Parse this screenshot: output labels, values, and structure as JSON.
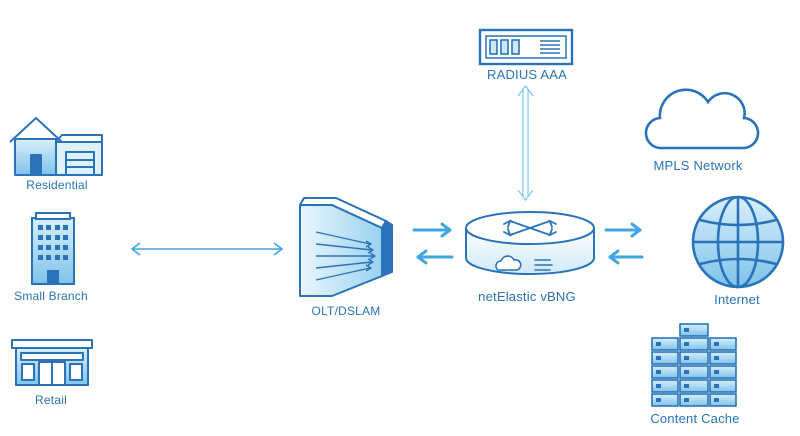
{
  "nodes": {
    "residential": "Residential",
    "small_branch": "Small Branch",
    "retail": "Retail",
    "olt": "OLT/DSLAM",
    "vbng": "netElastic vBNG",
    "radius": "RADIUS AAA",
    "mpls": "MPLS Network",
    "internet": "Internet",
    "cache": "Content Cache"
  },
  "colors": {
    "stroke": "#2a73b8",
    "fill_light": "#b9e0f5",
    "fill_mid": "#5aaee0",
    "arrow": "#3fa6e3"
  }
}
